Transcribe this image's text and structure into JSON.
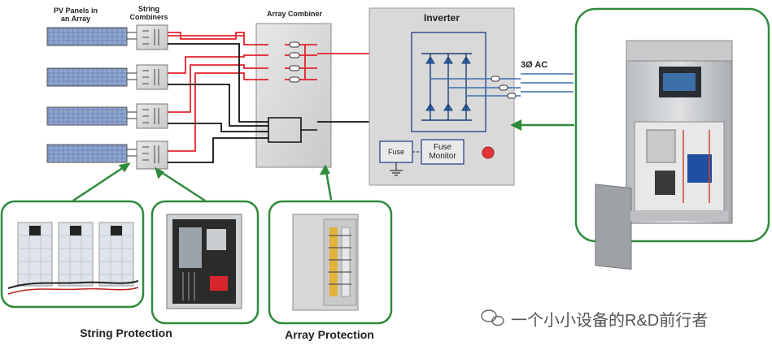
{
  "labels": {
    "pv_panels": "PV Panels in an Array",
    "string_combiners": "String Combiners",
    "array_combiner": "Array Combiner",
    "inverter": "Inverter",
    "ac_output": "3Ø AC",
    "fuse": "Fuse",
    "fuse_monitor": "Fuse Monitor",
    "string_protection": "String Protection",
    "array_protection": "Array Protection"
  },
  "watermark": "一个小小设备的R&D前行者",
  "colors": {
    "positive_wire": "#e3232c",
    "negative_wire": "#111111",
    "ac_wire": "#3a6fb0",
    "callout_green": "#2f8a3a",
    "inverter_box": "#d9d9d9",
    "combiner_box": "#d6d6d6",
    "inverter_bridge_border": "#1e3a8a",
    "diode_blue": "#2f6db5",
    "monitor_lamp": "#e3333a"
  }
}
